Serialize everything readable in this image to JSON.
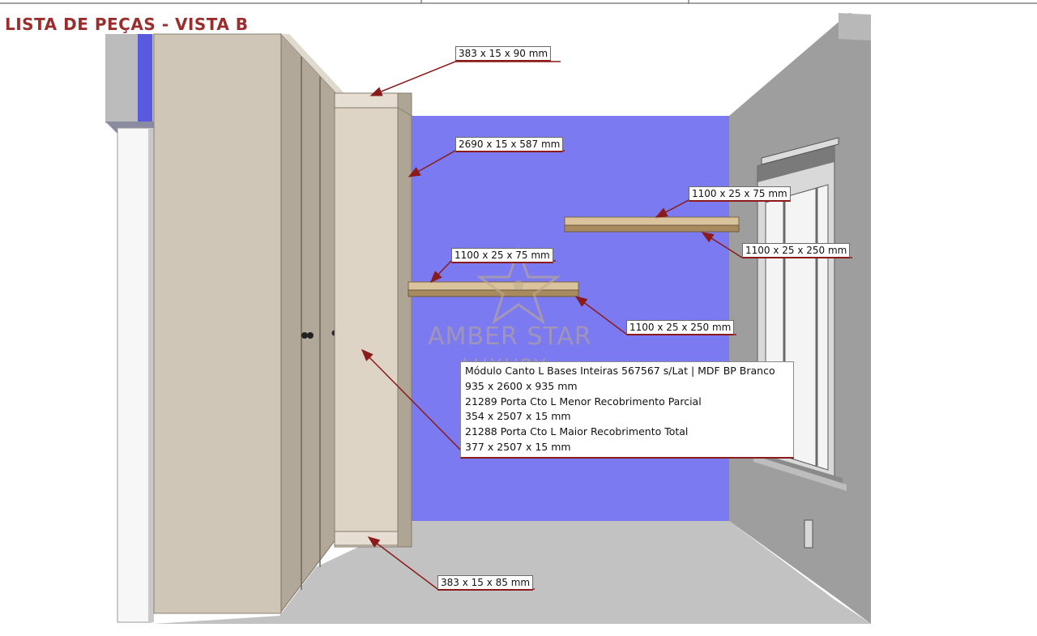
{
  "title": "LISTA DE PEÇAS - VISTA B",
  "labels": {
    "top_panel": "383 x 15 x 90 mm",
    "side_panel": "2690 x 15 x 587 mm",
    "shelf_right_edge": "1100 x 25 x 75 mm",
    "shelf_right_depth": "1100 x 25 x 250 mm",
    "shelf_left_edge": "1100 x 25 x 75 mm",
    "shelf_left_depth": "1100 x 25 x 250 mm",
    "bottom_panel": "383 x 15 x 85 mm"
  },
  "module_info": [
    "Módulo Canto L Bases Inteiras 567567 s/Lat | MDF BP Branco",
    "935 x 2600 x 935 mm",
    "21289 Porta Cto L Menor Recobrimento Parcial",
    "354 x 2507 x 15 mm",
    "21288 Porta Cto L Maior Recobrimento Total",
    "377 x 2507 x 15 mm"
  ],
  "watermark": {
    "line1": "AMBER STAR",
    "line2": "LUXURY",
    "icon": "star-logo"
  },
  "colors": {
    "title": "#9b2d2d",
    "back_wall": "#7b7af0",
    "cabinet": "#cfc6b8",
    "shelf": "#c4ab84",
    "leader_line": "#8b1a1a"
  }
}
